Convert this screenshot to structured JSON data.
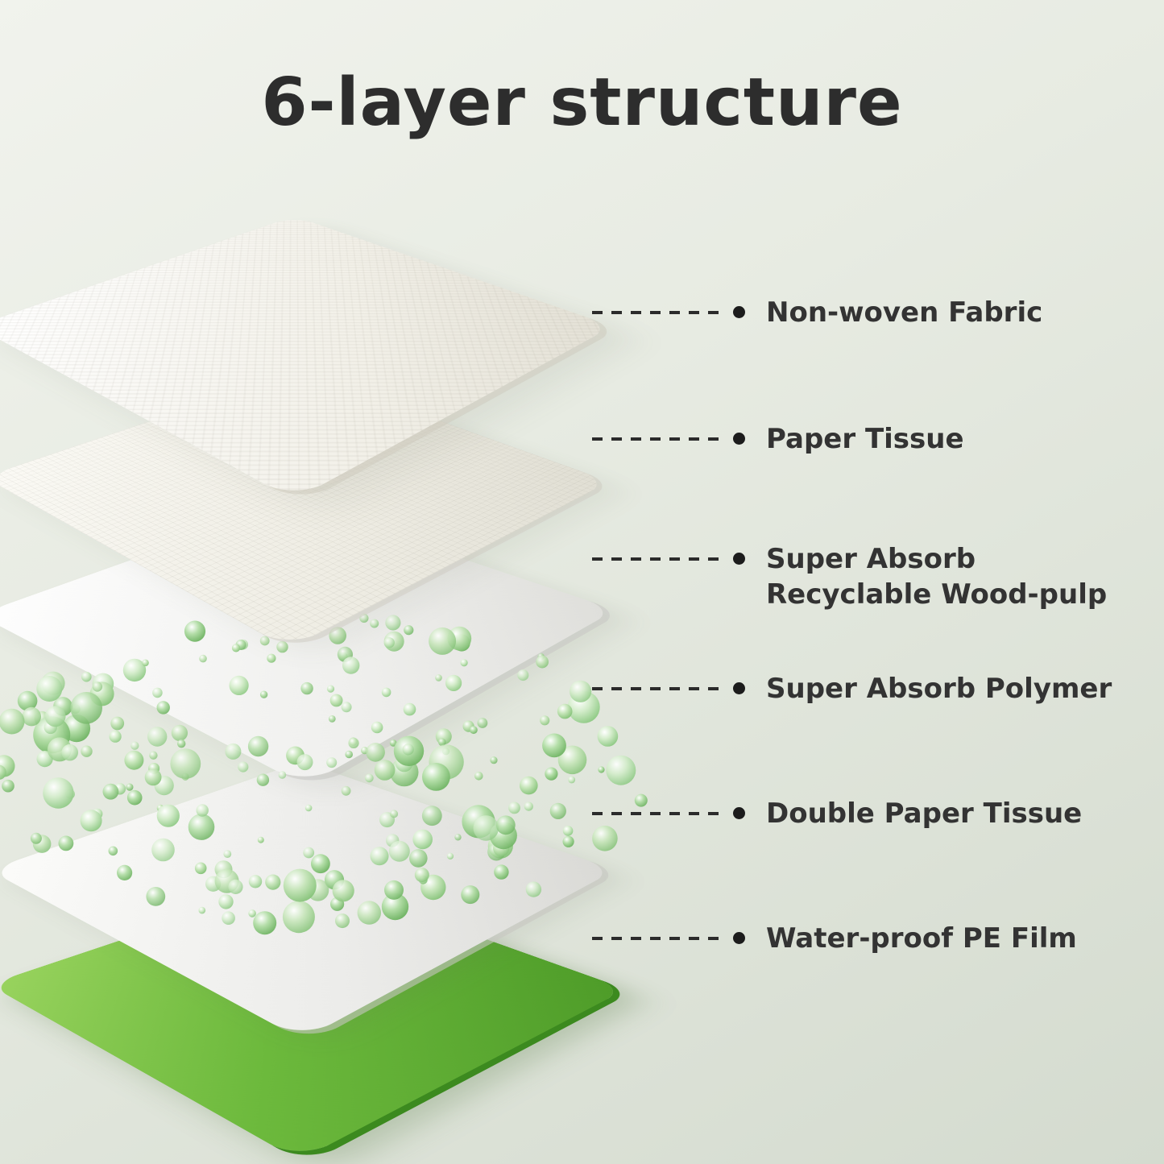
{
  "title": "6-layer structure",
  "layers": [
    {
      "label": "Non-woven Fabric"
    },
    {
      "label": "Paper Tissue"
    },
    {
      "label": "Super Absorb Recyclable Wood-pulp"
    },
    {
      "label": "Super Absorb Polymer"
    },
    {
      "label": "Double Paper Tissue"
    },
    {
      "label": "Water-proof PE Film"
    }
  ],
  "colors": {
    "background_top": "#f1f3ed",
    "background_bottom": "#d4dbcf",
    "title_text": "#2d2d2d",
    "label_text": "#333333",
    "film_green": "#5aa02c",
    "bead_green": "#8ec984"
  }
}
